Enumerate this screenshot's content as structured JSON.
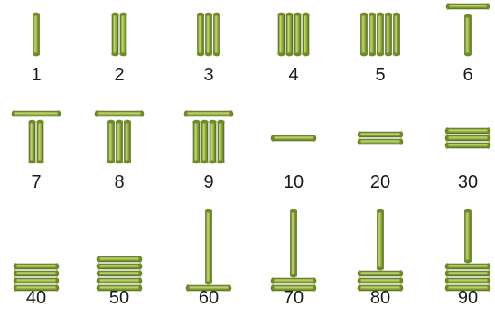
{
  "colors": {
    "rod_fill": "#93b33a",
    "rod_shine": "#c6d97a",
    "rod_edge": "#556b1e",
    "node": "#6f8a26",
    "label": "#1a1a1a"
  },
  "numerals": [
    {
      "label": "1",
      "value": 1,
      "vertical_rods": 1,
      "horizontal_rods": 0,
      "style": "units"
    },
    {
      "label": "2",
      "value": 2,
      "vertical_rods": 2,
      "horizontal_rods": 0,
      "style": "units"
    },
    {
      "label": "3",
      "value": 3,
      "vertical_rods": 3,
      "horizontal_rods": 0,
      "style": "units"
    },
    {
      "label": "4",
      "value": 4,
      "vertical_rods": 4,
      "horizontal_rods": 0,
      "style": "units"
    },
    {
      "label": "5",
      "value": 5,
      "vertical_rods": 5,
      "horizontal_rods": 0,
      "style": "units"
    },
    {
      "label": "6",
      "value": 6,
      "vertical_rods": 1,
      "horizontal_rods": 1,
      "style": "units"
    },
    {
      "label": "7",
      "value": 7,
      "vertical_rods": 2,
      "horizontal_rods": 1,
      "style": "units"
    },
    {
      "label": "8",
      "value": 8,
      "vertical_rods": 3,
      "horizontal_rods": 1,
      "style": "units"
    },
    {
      "label": "9",
      "value": 9,
      "vertical_rods": 4,
      "horizontal_rods": 1,
      "style": "units"
    },
    {
      "label": "10",
      "value": 10,
      "vertical_rods": 0,
      "horizontal_rods": 1,
      "style": "tens"
    },
    {
      "label": "20",
      "value": 20,
      "vertical_rods": 0,
      "horizontal_rods": 2,
      "style": "tens"
    },
    {
      "label": "30",
      "value": 30,
      "vertical_rods": 0,
      "horizontal_rods": 3,
      "style": "tens"
    },
    {
      "label": "40",
      "value": 40,
      "vertical_rods": 0,
      "horizontal_rods": 4,
      "style": "tens"
    },
    {
      "label": "50",
      "value": 50,
      "vertical_rods": 0,
      "horizontal_rods": 5,
      "style": "tens"
    },
    {
      "label": "60",
      "value": 60,
      "vertical_rods": 1,
      "horizontal_rods": 1,
      "style": "tens"
    },
    {
      "label": "70",
      "value": 70,
      "vertical_rods": 1,
      "horizontal_rods": 2,
      "style": "tens"
    },
    {
      "label": "80",
      "value": 80,
      "vertical_rods": 1,
      "horizontal_rods": 3,
      "style": "tens"
    },
    {
      "label": "90",
      "value": 90,
      "vertical_rods": 1,
      "horizontal_rods": 4,
      "style": "tens"
    }
  ]
}
